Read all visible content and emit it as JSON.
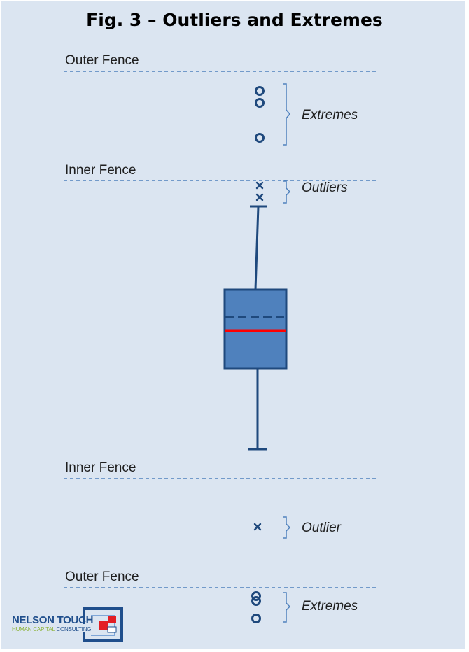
{
  "title": "Fig. 3 – Outliers and Extremes",
  "labels": {
    "upper_outer_fence": "Outer Fence",
    "upper_inner_fence": "Inner Fence",
    "lower_inner_fence": "Inner Fence",
    "lower_outer_fence": "Outer Fence",
    "upper_extremes": "Extremes",
    "upper_outliers": "Outliers",
    "lower_outlier": "Outlier",
    "lower_extremes": "Extremes"
  },
  "markers": {
    "outlier_symbol": "x",
    "extreme_symbol": "o"
  },
  "logo": {
    "name": "NELSON TOUCH",
    "tagline_a": "HUMAN CAPITAL",
    "tagline_b": "CONSULTING"
  },
  "colors": {
    "background": "#dbe5f1",
    "box_fill": "#4f81bd",
    "outline": "#1f497d",
    "fence_line": "#4f81bd",
    "median": "#ff0000",
    "logo_blue": "#1f4e8c",
    "logo_green": "#8db33a",
    "logo_red": "#e31e24"
  }
}
